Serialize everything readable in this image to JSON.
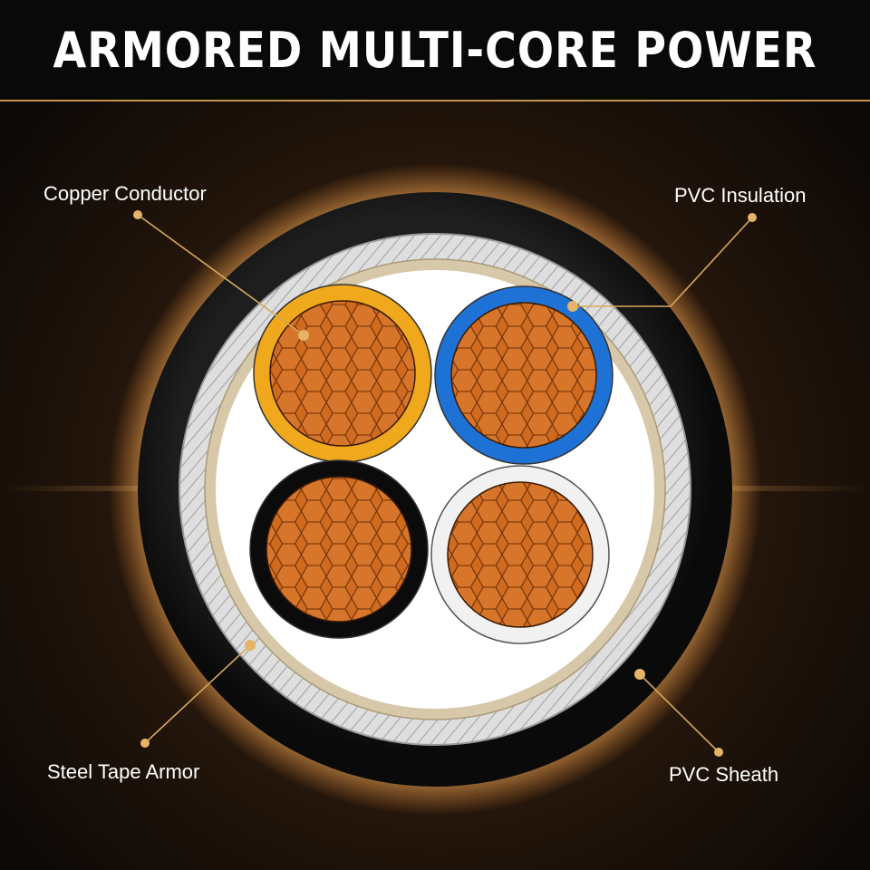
{
  "title": "ARMORED MULTI-CORE POWER",
  "labels": {
    "copper_conductor": "Copper Conductor",
    "pvc_insulation": "PVC Insulation",
    "steel_tape_armor": "Steel Tape Armor",
    "pvc_sheath": "PVC Sheath"
  },
  "cores": [
    {
      "insulation_color": "#f0a81c"
    },
    {
      "insulation_color": "#1e72d6"
    },
    {
      "insulation_color": "#0b0b0b"
    },
    {
      "insulation_color": "#f1f1f1"
    }
  ],
  "colors": {
    "accent": "#d8a85a",
    "copper": "#c9651c",
    "sheath": "#121212",
    "armor": "#d9d9d9",
    "bedding": "#d6c8a8",
    "filler": "#ffffff"
  }
}
